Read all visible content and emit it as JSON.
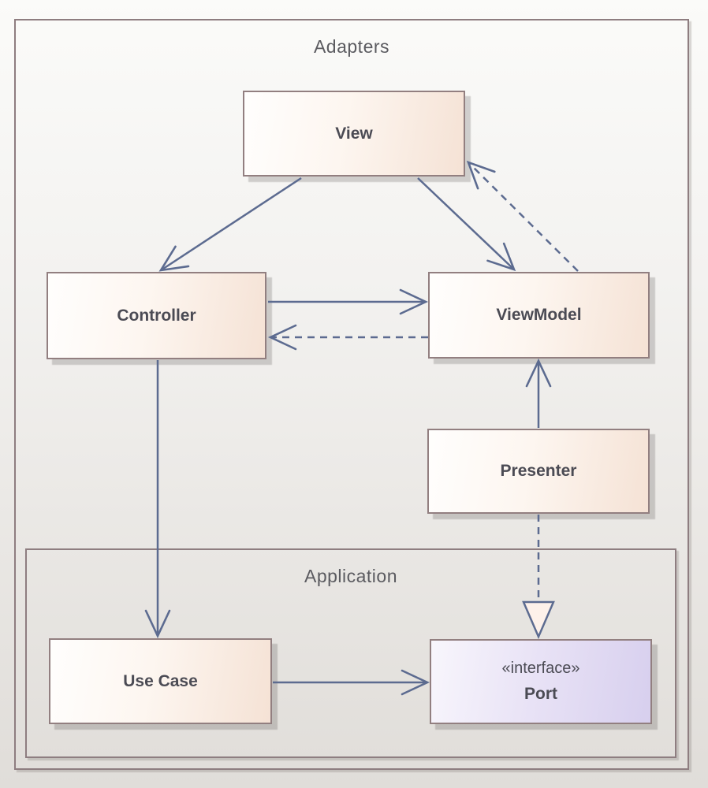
{
  "diagram": {
    "type": "uml-architecture-diagram",
    "containers": {
      "adapters": {
        "label": "Adapters"
      },
      "application": {
        "label": "Application"
      }
    },
    "nodes": {
      "view": {
        "label": "View"
      },
      "controller": {
        "label": "Controller"
      },
      "viewmodel": {
        "label": "ViewModel"
      },
      "presenter": {
        "label": "Presenter"
      },
      "usecase": {
        "label": "Use Case"
      },
      "port": {
        "stereotype": "«interface»",
        "label": "Port"
      }
    },
    "edges": [
      {
        "from": "View",
        "to": "Controller",
        "line": "solid",
        "head": "open-arrow"
      },
      {
        "from": "View",
        "to": "ViewModel",
        "line": "solid",
        "head": "open-arrow"
      },
      {
        "from": "ViewModel",
        "to": "View",
        "line": "dashed",
        "head": "open-arrow"
      },
      {
        "from": "Controller",
        "to": "ViewModel",
        "line": "solid",
        "head": "open-arrow"
      },
      {
        "from": "ViewModel",
        "to": "Controller",
        "line": "dashed",
        "head": "open-arrow"
      },
      {
        "from": "Presenter",
        "to": "ViewModel",
        "line": "solid",
        "head": "open-arrow"
      },
      {
        "from": "Controller",
        "to": "Use Case",
        "line": "solid",
        "head": "open-arrow"
      },
      {
        "from": "Use Case",
        "to": "Port",
        "line": "solid",
        "head": "open-arrow"
      },
      {
        "from": "Presenter",
        "to": "Port",
        "line": "dashed",
        "head": "hollow-triangle"
      }
    ],
    "colors": {
      "connector_line": "#5c6b90",
      "node_border": "#927f80",
      "node_fill_light": "#fffefd",
      "node_fill_peach": "#f5e2d5",
      "interface_fill_lavender": "#d7cfee",
      "frame_border": "#8e7d80",
      "frame_label_text": "#5b5b60",
      "node_text": "#4b4b54",
      "triangle_fill": "#fdf1ea"
    }
  }
}
